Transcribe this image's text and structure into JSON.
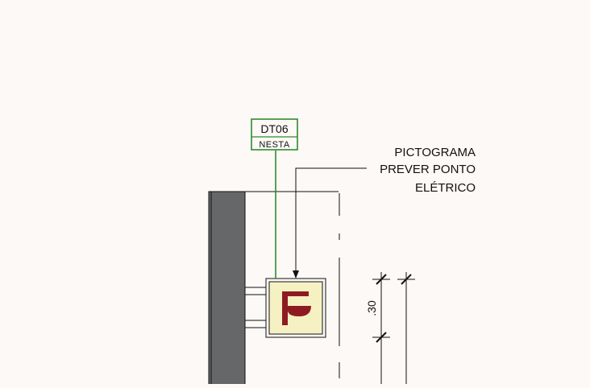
{
  "tag": {
    "code": "DT06",
    "label": "NESTA"
  },
  "note": {
    "lines": [
      "PICTOGRAMA",
      "PREVER PONTO",
      "ELÉTRICO"
    ]
  },
  "dimension": {
    "value": ".30"
  },
  "pictogram": {
    "letter": "F"
  },
  "colors": {
    "background": "#fcf9f6",
    "tag_green": "#2e8b2e",
    "wall_fill": "#666769",
    "sign_fill": "#f6f1c3",
    "pictogram_red": "#8e1b22",
    "line": "#111111"
  }
}
